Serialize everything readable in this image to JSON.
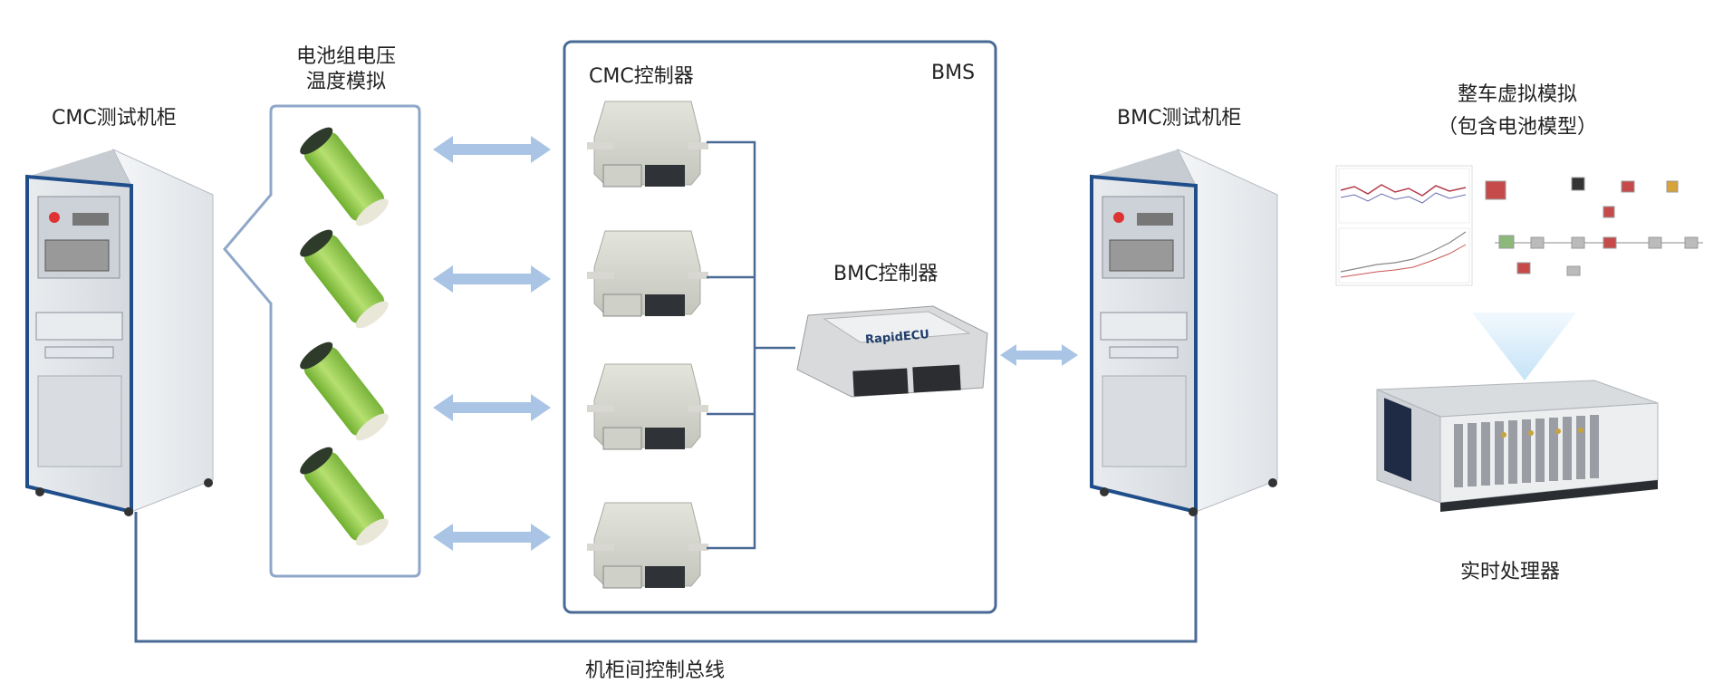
{
  "labels": {
    "cmc_cabinet": "CMC测试机柜",
    "battery_sim_line1": "电池组电压",
    "battery_sim_line2": "温度模拟",
    "cmc_controller": "CMC控制器",
    "bms": "BMS",
    "bmc_controller": "BMC控制器",
    "bmc_cabinet": "BMC测试机柜",
    "vehicle_sim_line1": "整车虚拟模拟",
    "vehicle_sim_line2": "（包含电池模型）",
    "realtime_processor": "实时处理器",
    "bus": "机柜间控制总线"
  },
  "ecu_brand": "RapidECU",
  "colors": {
    "frame": "#4a6a96",
    "arrow": "#a9c4e4",
    "battery_green": "#8cc63f",
    "battery_dark": "#2e3a2a",
    "cabinet_blue": "#1f4e8a"
  }
}
